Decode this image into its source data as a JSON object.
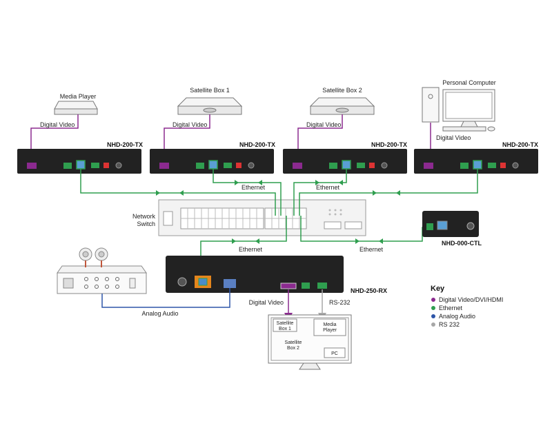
{
  "colors": {
    "digital_video": "#8b2a8f",
    "ethernet": "#2f9e4f",
    "analog_audio": "#2d55a8",
    "rs232": "#a7a7a7"
  },
  "sources": {
    "media_player": "Media Player",
    "satellite_1": "Satellite Box 1",
    "satellite_2": "Satellite Box 2",
    "computer": "Personal Computer"
  },
  "devices": {
    "tx": "NHD-200-TX",
    "ctl": "NHD-000-CTL",
    "rx": "NHD-250-RX"
  },
  "switch_label_1": "Network",
  "switch_label_2": "Switch",
  "line_labels": {
    "digital_video": "Digital Video",
    "ethernet": "Ethernet",
    "analog_audio": "Analog Audio",
    "rs232": "RS-232"
  },
  "display": {
    "sat1_line1": "Satellite",
    "sat1_line2": "Box 1",
    "media_line1": "Media",
    "media_line2": "Player",
    "sat2_line1": "Satellite",
    "sat2_line2": "Box 2",
    "pc": "PC"
  },
  "key": {
    "title": "Key",
    "items": [
      "Digital Video/DVI/HDMI",
      "Ethernet",
      "Analog Audio",
      "RS 232"
    ]
  }
}
